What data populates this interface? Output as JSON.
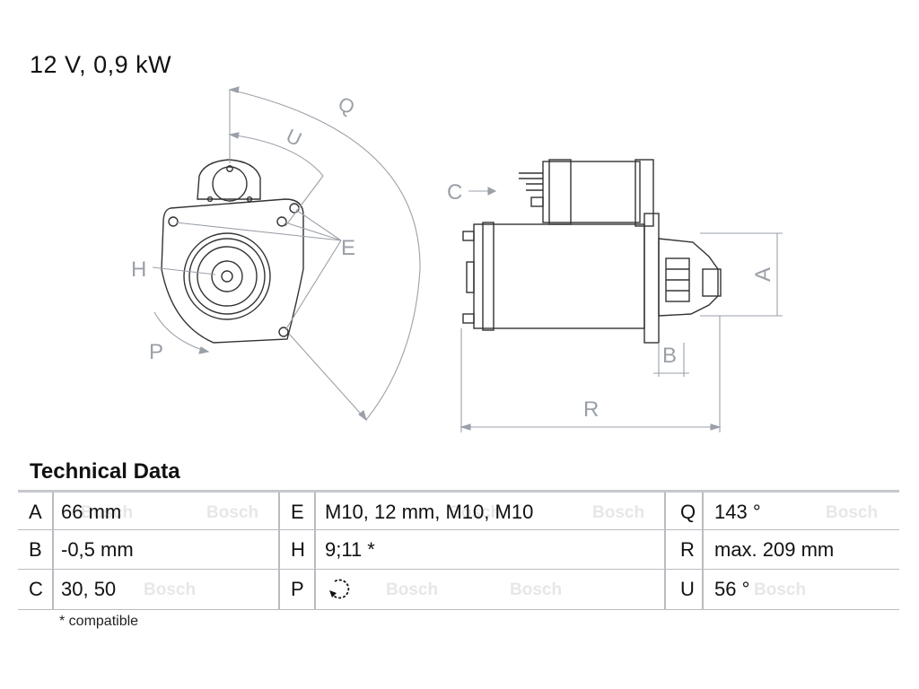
{
  "header": {
    "spec": "12 V, 0,9 kW"
  },
  "drawing": {
    "labels": {
      "q": "Q",
      "u": "U",
      "c": "C",
      "e": "E",
      "h": "H",
      "p": "P",
      "a": "A",
      "b": "B",
      "r": "R"
    }
  },
  "technical_data": {
    "title": "Technical Data",
    "rows": [
      [
        {
          "key": "A",
          "value": "66 mm"
        },
        {
          "key": "E",
          "value": "M10, 12 mm, M10, M10"
        },
        {
          "key": "Q",
          "value": "143 °"
        }
      ],
      [
        {
          "key": "B",
          "value": "-0,5 mm"
        },
        {
          "key": "H",
          "value": "9;11 *"
        },
        {
          "key": "R",
          "value": "max. 209 mm"
        }
      ],
      [
        {
          "key": "C",
          "value": "30, 50"
        },
        {
          "key": "P",
          "value": "",
          "icon": "rotation-direction-icon"
        },
        {
          "key": "U",
          "value": "56 °"
        }
      ]
    ],
    "footnote": "* compatible"
  },
  "watermark": {
    "text": "Bosch"
  },
  "colors": {
    "line": "#9aa0a8",
    "drawing": "#333333",
    "rule": "#b9bcc0"
  }
}
